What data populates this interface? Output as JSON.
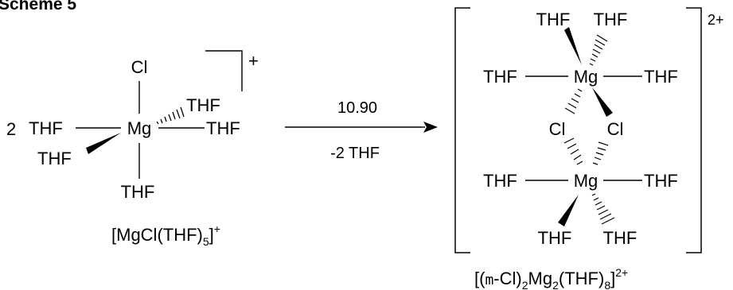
{
  "title": "Scheme 5",
  "colors": {
    "ink": "#000000",
    "background": "#ffffff"
  },
  "reactant": {
    "coefficient": "2",
    "metal": "Mg",
    "axial_top": "Cl",
    "ligands": {
      "upper_right": "THF",
      "left": "THF",
      "right": "THF",
      "lower_left": "THF",
      "bottom": "THF"
    },
    "charge": "+",
    "formula": {
      "prefix": "[MgCl(THF)",
      "sub": "5",
      "suffix": "]",
      "sup": "+"
    }
  },
  "arrow": {
    "above": "10.90",
    "below": "-2 THF"
  },
  "product": {
    "charge": "2+",
    "metal_top": "Mg",
    "metal_bottom": "Mg",
    "bridge_left": "Cl",
    "bridge_right": "Cl",
    "ligands": {
      "top_left": "THF",
      "top_right": "THF",
      "top_side_left": "THF",
      "top_side_right": "THF",
      "bottom_side_left": "THF",
      "bottom_side_right": "THF",
      "bottom_left": "THF",
      "bottom_right": "THF"
    },
    "formula": {
      "prefix": "[(",
      "mu": "m",
      "mid1": "-Cl)",
      "sub1": "2",
      "mid2": "Mg",
      "sub2": "2",
      "mid3": "(THF)",
      "sub3": "8",
      "suffix": "]",
      "sup": "2+"
    }
  }
}
